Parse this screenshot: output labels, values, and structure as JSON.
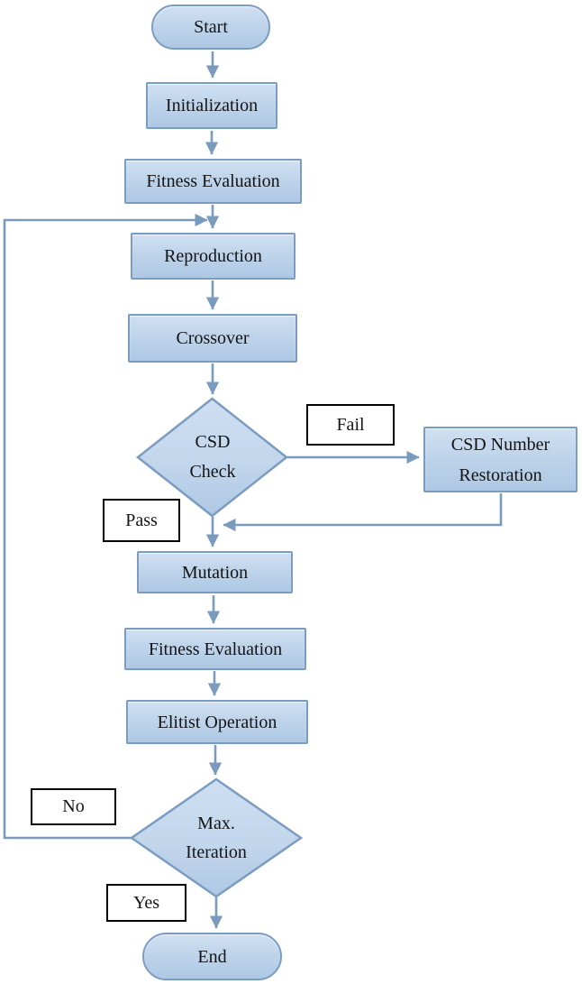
{
  "nodes": {
    "start": {
      "label": "Start",
      "shape": "stadium"
    },
    "initialization": {
      "label": "Initialization",
      "shape": "rect"
    },
    "fitness_evaluation_1": {
      "label": "Fitness Evaluation",
      "shape": "rect"
    },
    "reproduction": {
      "label": "Reproduction",
      "shape": "rect"
    },
    "crossover": {
      "label": "Crossover",
      "shape": "rect"
    },
    "csd_check": {
      "line1": "CSD",
      "line2": "Check",
      "shape": "diamond"
    },
    "csd_number_restoration": {
      "line1": "CSD Number",
      "line2": "Restoration",
      "shape": "rect"
    },
    "mutation": {
      "label": "Mutation",
      "shape": "rect"
    },
    "fitness_evaluation_2": {
      "label": "Fitness Evaluation",
      "shape": "rect"
    },
    "elitist_operation": {
      "label": "Elitist Operation",
      "shape": "rect"
    },
    "max_iteration": {
      "line1": "Max.",
      "line2": "Iteration",
      "shape": "diamond"
    },
    "end": {
      "label": "End",
      "shape": "stadium"
    }
  },
  "edge_labels": {
    "fail": "Fail",
    "pass": "Pass",
    "no": "No",
    "yes": "Yes"
  },
  "edges": [
    {
      "from": "start",
      "to": "initialization"
    },
    {
      "from": "initialization",
      "to": "fitness_evaluation_1"
    },
    {
      "from": "fitness_evaluation_1",
      "to": "reproduction"
    },
    {
      "from": "reproduction",
      "to": "crossover"
    },
    {
      "from": "crossover",
      "to": "csd_check"
    },
    {
      "from": "csd_check",
      "to": "csd_number_restoration",
      "label": "Fail"
    },
    {
      "from": "csd_number_restoration",
      "to": "mutation"
    },
    {
      "from": "csd_check",
      "to": "mutation",
      "label": "Pass"
    },
    {
      "from": "mutation",
      "to": "fitness_evaluation_2"
    },
    {
      "from": "fitness_evaluation_2",
      "to": "elitist_operation"
    },
    {
      "from": "elitist_operation",
      "to": "max_iteration"
    },
    {
      "from": "max_iteration",
      "to": "reproduction",
      "label": "No"
    },
    {
      "from": "max_iteration",
      "to": "end",
      "label": "Yes"
    }
  ],
  "colors": {
    "node_fill_top": "#d0e0f1",
    "node_fill_bottom": "#aec8e4",
    "node_border": "#7b9cc1",
    "connector": "#7a9bbe",
    "edge_label_border": "#000000",
    "edge_label_background": "#ffffff",
    "text": "#141414",
    "background": "#ffffff"
  }
}
